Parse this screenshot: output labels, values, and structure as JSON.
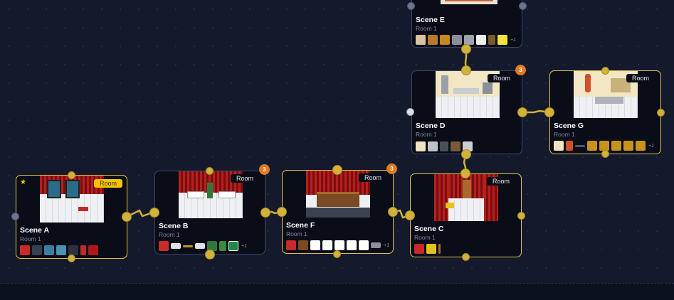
{
  "colors": {
    "canvas": "#141a2c",
    "node_bg": "#0a0d18",
    "node_border": "#3e4763",
    "selected_border": "#e2c34a",
    "edge": "#d2b23a",
    "badge": "#e07b22",
    "start_tag": "#f4c400"
  },
  "nodes": {
    "scene_a": {
      "title": "Scene A",
      "subtitle": "Room 1",
      "tag": "Room",
      "is_start": true,
      "start_icon": "star-icon",
      "selected": true,
      "items": [
        "curtain-item",
        "sofa-item",
        "tv-item",
        "window-item",
        "speaker-item",
        "extinguisher-item",
        "blood-splat-item"
      ]
    },
    "scene_b": {
      "title": "Scene B",
      "subtitle": "Room 1",
      "tag": "Room",
      "badge": "3",
      "items": [
        "curtain-item",
        "table-item",
        "cake-item",
        "table-item",
        "plant-item",
        "plant-item",
        "exit-sign-item"
      ],
      "more": "+1"
    },
    "scene_f": {
      "title": "Scene F",
      "subtitle": "Room 1",
      "tag": "Room",
      "badge": "3",
      "selected": true,
      "items": [
        "curtain-item",
        "desk-item",
        "paper-item",
        "paper-item",
        "paper-item",
        "paper-item",
        "paper-item",
        "laptop-item"
      ],
      "more": "+1"
    },
    "scene_c": {
      "title": "Scene C",
      "subtitle": "Room 1",
      "tag": "Room",
      "selected": true,
      "items": [
        "curtain-item",
        "cart-item",
        "rod-item"
      ]
    },
    "scene_d": {
      "title": "Scene D",
      "subtitle": "Room 1",
      "tag": "Room",
      "badge": "3",
      "items": [
        "counter-item",
        "fridge-item",
        "shelf-item",
        "u-block-item",
        "cabinet-item"
      ]
    },
    "scene_e": {
      "title": "Scene E",
      "subtitle": "Room 1",
      "items": [
        "box-item",
        "crate-item",
        "crate-item",
        "cabinet-item",
        "cabinet-item",
        "note-item",
        "chair-item",
        "sign-item"
      ],
      "more": "+1"
    },
    "scene_g": {
      "title": "Scene G",
      "subtitle": "Room 1",
      "tag": "Room",
      "selected": true,
      "items": [
        "counter-item",
        "fire-hydrant-item",
        "rail-item",
        "button-item",
        "button-item",
        "button-item",
        "button-item",
        "button-item"
      ],
      "more": "+1"
    }
  }
}
